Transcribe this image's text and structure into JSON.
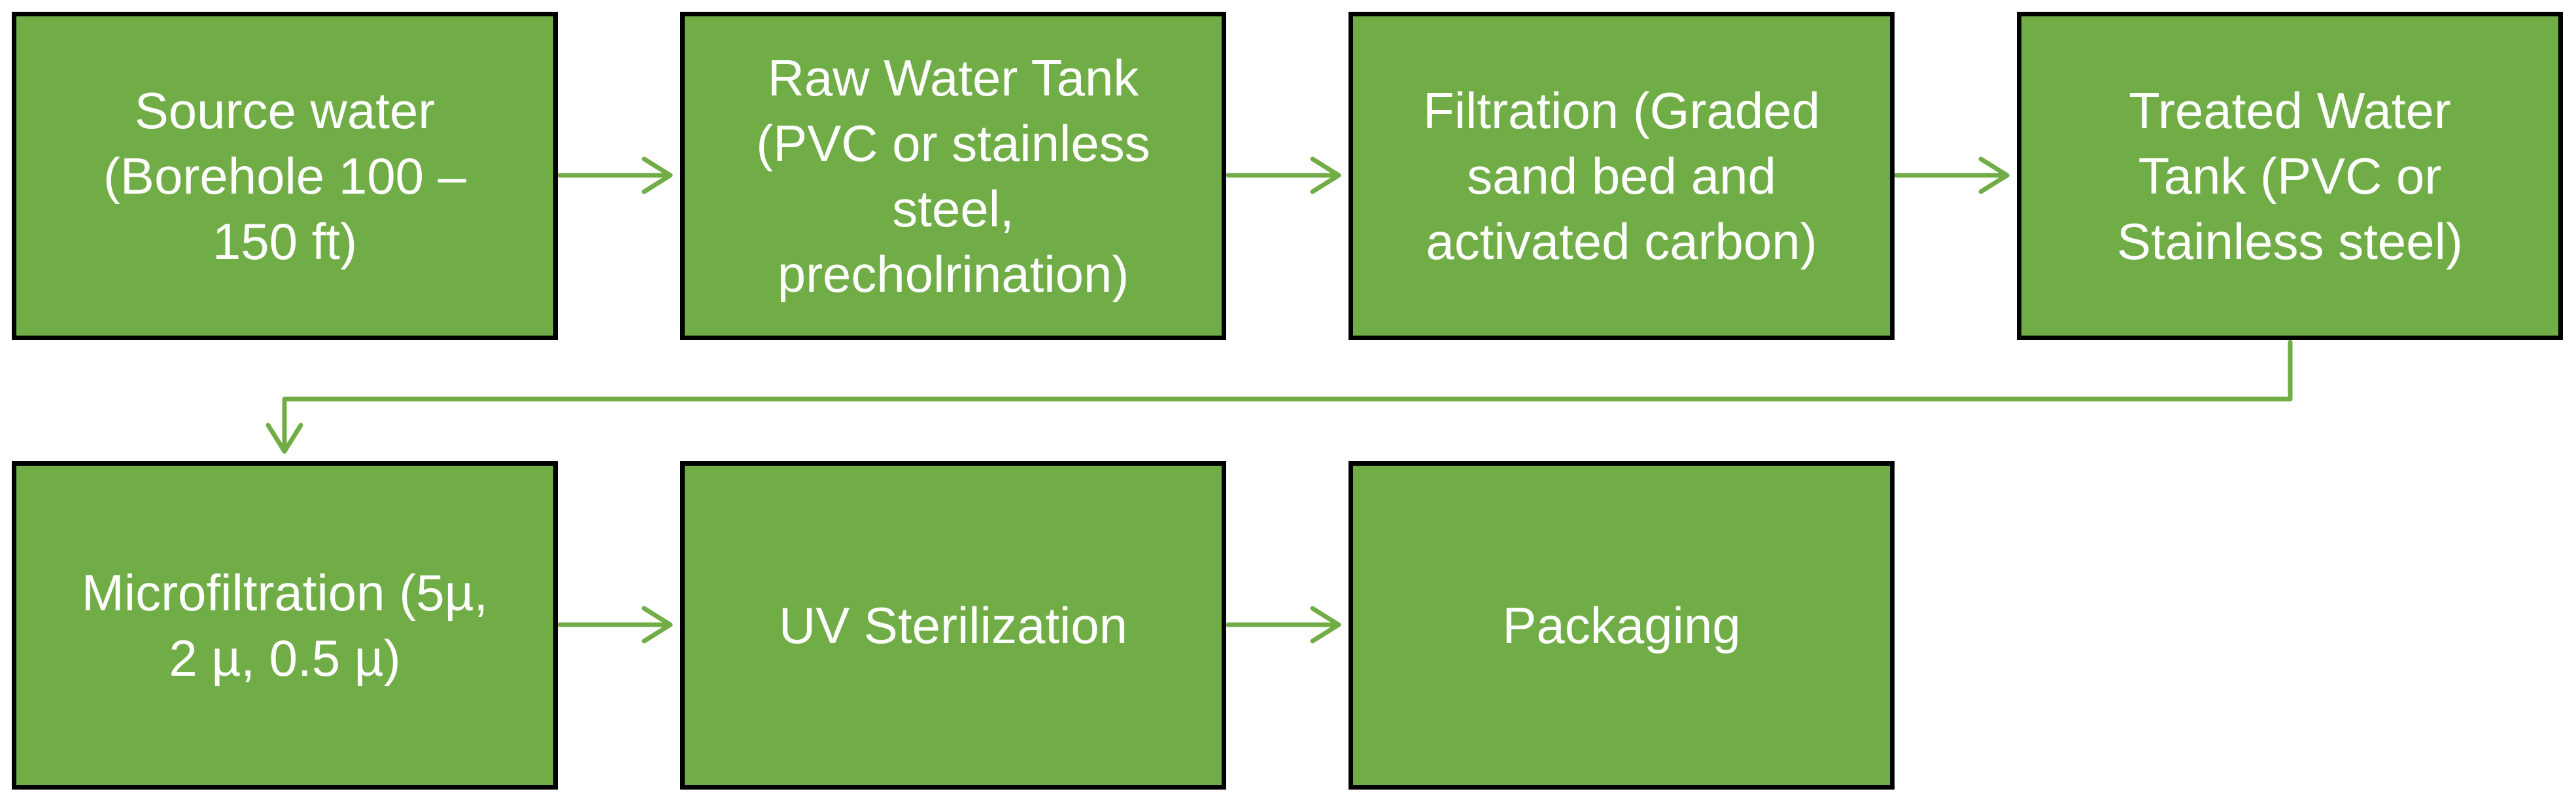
{
  "diagram": {
    "colors": {
      "box_fill": "#70ad47",
      "box_border": "#000000",
      "text": "#ffffff",
      "connector": "#70ad47"
    },
    "steps": [
      {
        "id": "b1",
        "label": "Source water\n(Borehole 100 –\n150 ft)"
      },
      {
        "id": "b2",
        "label": "Raw Water Tank\n(PVC or stainless\nsteel,\nprecholrination)"
      },
      {
        "id": "b3",
        "label": "Filtration (Graded\nsand bed and\nactivated carbon)"
      },
      {
        "id": "b4",
        "label": "Treated Water\nTank (PVC or\nStainless steel)"
      },
      {
        "id": "b5",
        "label": "Microfiltration (5µ,\n2 µ, 0.5 µ)"
      },
      {
        "id": "b6",
        "label": "UV Sterilization"
      },
      {
        "id": "b7",
        "label": "Packaging"
      }
    ],
    "connections": [
      {
        "from": "b1",
        "to": "b2"
      },
      {
        "from": "b2",
        "to": "b3"
      },
      {
        "from": "b3",
        "to": "b4"
      },
      {
        "from": "b4",
        "to": "b5"
      },
      {
        "from": "b5",
        "to": "b6"
      },
      {
        "from": "b6",
        "to": "b7"
      }
    ]
  }
}
